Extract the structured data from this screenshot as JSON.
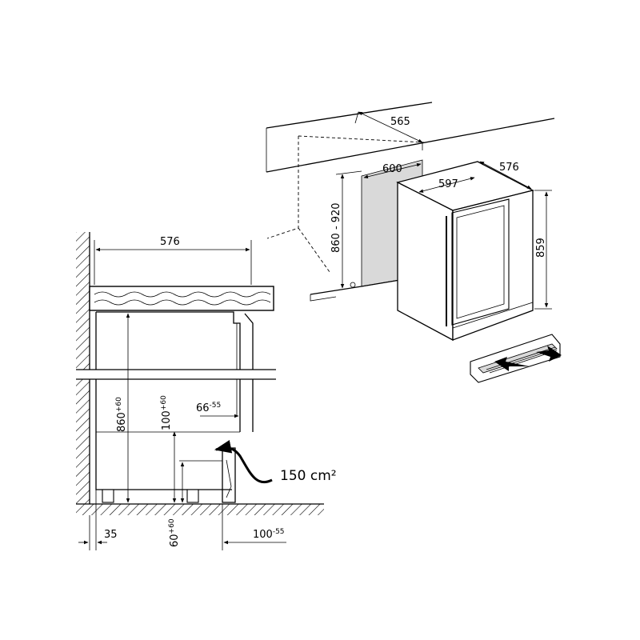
{
  "colors": {
    "line": "#000000",
    "shade": "#d9d9d9",
    "background": "#ffffff"
  },
  "top_view": {
    "niche_depth": "565",
    "niche_width": "600",
    "niche_height": "860 - 920",
    "appliance_width": "597",
    "appliance_depth": "576",
    "appliance_height": "859"
  },
  "side_view": {
    "depth": "576",
    "height_base": "860",
    "height_sup": "+60",
    "vent_height_base": "100",
    "vent_height_sup": "+60",
    "gap_base": "66",
    "gap_sup": "-55",
    "foot_height_base": "60",
    "foot_height_sup": "+60",
    "wall_offset": "35",
    "plinth_depth_base": "100",
    "plinth_depth_sup": "-55",
    "vent_area": "150 cm²"
  }
}
